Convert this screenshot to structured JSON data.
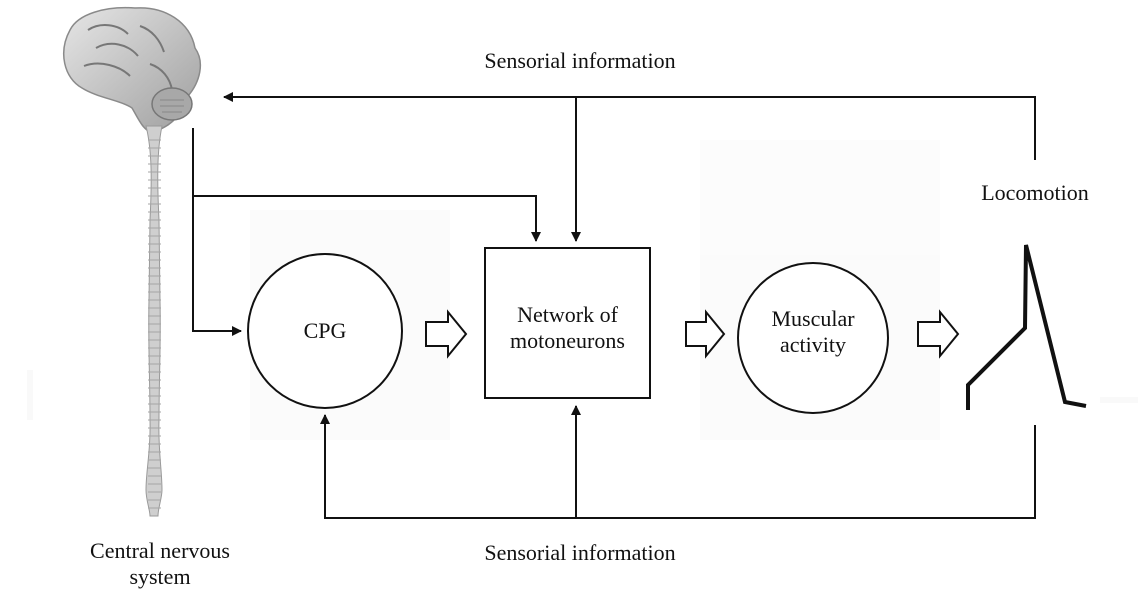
{
  "labels": {
    "sensorial_top": "Sensorial information",
    "sensorial_bottom": "Sensorial information",
    "locomotion": "Locomotion",
    "cpg": "CPG",
    "network_line1": "Network of",
    "network_line2": "motoneurons",
    "muscular_line1": "Muscular",
    "muscular_line2": "activity",
    "cns_line1": "Central nervous",
    "cns_line2": "system"
  },
  "colors": {
    "line": "#111111",
    "brain": "#bdbdbd",
    "spine": "#c9c9c9"
  },
  "icons": {
    "brain": "brain-icon",
    "spinal_cord": "spinal-cord-icon",
    "locomotion_trace": "locomotion-trace-icon"
  }
}
